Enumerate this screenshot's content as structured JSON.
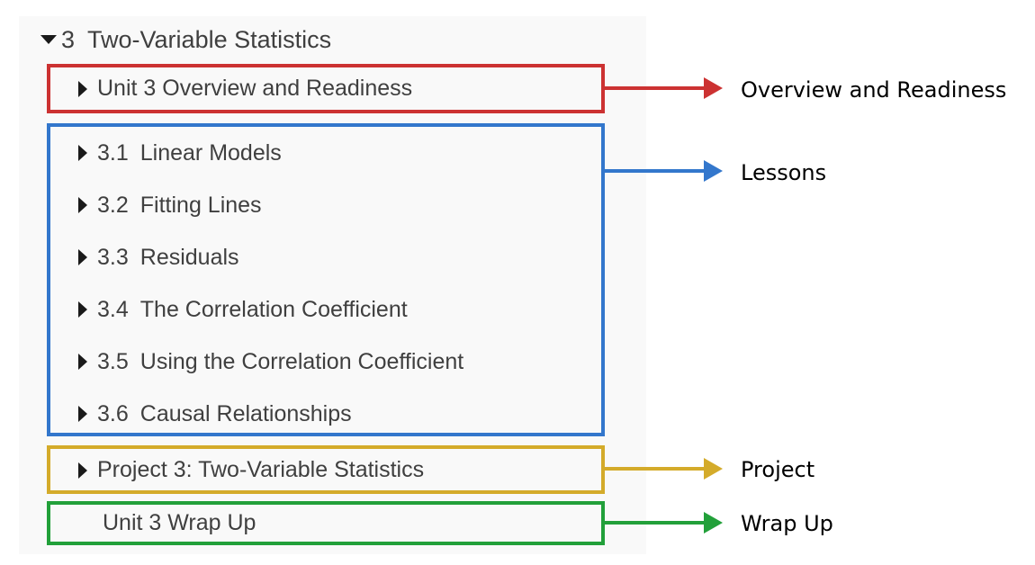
{
  "panel": {
    "unit": {
      "number": "3",
      "title": "Two-Variable Statistics",
      "expanded_icon": "caret-down-icon"
    },
    "groups": [
      {
        "key": "overview",
        "color": "#cc3232",
        "rows": [
          {
            "icon": "caret-right-icon",
            "number": "",
            "label": "Unit 3 Overview and Readiness"
          }
        ]
      },
      {
        "key": "lessons",
        "color": "#3377cc",
        "rows": [
          {
            "icon": "caret-right-icon",
            "number": "3.1",
            "label": "Linear Models"
          },
          {
            "icon": "caret-right-icon",
            "number": "3.2",
            "label": "Fitting Lines"
          },
          {
            "icon": "caret-right-icon",
            "number": "3.3",
            "label": "Residuals"
          },
          {
            "icon": "caret-right-icon",
            "number": "3.4",
            "label": "The Correlation Coefficient"
          },
          {
            "icon": "caret-right-icon",
            "number": "3.5",
            "label": "Using the Correlation Coefficient"
          },
          {
            "icon": "caret-right-icon",
            "number": "3.6",
            "label": "Causal Relationships"
          }
        ]
      },
      {
        "key": "project",
        "color": "#d4ab2a",
        "rows": [
          {
            "icon": "caret-right-icon",
            "number": "",
            "label": "Project 3: Two-Variable Statistics"
          }
        ]
      },
      {
        "key": "wrapup",
        "color": "#22a03a",
        "rows": [
          {
            "icon": "",
            "number": "",
            "label": "Unit 3 Wrap Up"
          }
        ]
      }
    ]
  },
  "annotations": [
    {
      "key": "overview",
      "label": "Overview and Readiness",
      "color": "#cc3232"
    },
    {
      "key": "lessons",
      "label": "Lessons",
      "color": "#3377cc"
    },
    {
      "key": "project",
      "label": "Project",
      "color": "#d4ab2a"
    },
    {
      "key": "wrapup",
      "label": "Wrap Up",
      "color": "#22a03a"
    }
  ]
}
